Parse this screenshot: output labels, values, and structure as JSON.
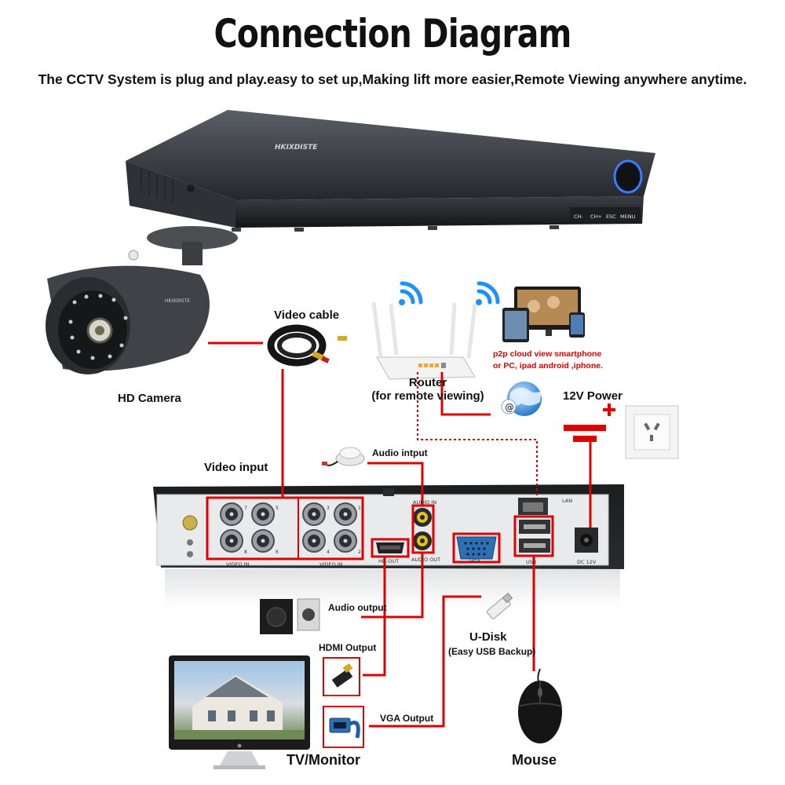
{
  "header": {
    "title": "Connection Diagram",
    "subtitle": "The CCTV System is plug and play.easy to set up,Making lift more easier,Remote Viewing anywhere anytime."
  },
  "dvr_front": {
    "brand": "HKIXDISTE",
    "buttons": [
      "CH-",
      "CH+",
      "ESC",
      "MENU"
    ]
  },
  "camera": {
    "brand": "HKIXDISTE",
    "label": "HD Camera"
  },
  "video_cable": {
    "label": "Video cable"
  },
  "router": {
    "label_line1": "Router",
    "label_line2": "(for remote viewing)"
  },
  "p2p": {
    "line1": "p2p cloud  view smartphone",
    "line2": "or PC, ipad android ,iphone."
  },
  "power": {
    "label": "12V Power"
  },
  "dvr_back": {
    "video_input_label": "Video input",
    "audio_input_label": "Audio intput",
    "ports": {
      "video_in": "VIDEO IN",
      "audio_in": "AUDIO IN",
      "audio_out": "AUDIO OUT",
      "hd_out": "HD-OUT",
      "vga": "VGA",
      "lan": "LAN",
      "usb": "USB",
      "dc": "DC 12V"
    },
    "bnc_numbers": [
      "7",
      "5",
      "8",
      "6",
      "3",
      "1",
      "4",
      "2"
    ]
  },
  "outputs": {
    "audio_output": "Audio output",
    "hdmi_output": "HDMI Output",
    "vga_output": "VGA Output",
    "udisk": "U-Disk",
    "udisk_sub": "(Easy USB Backup)",
    "tv": "TV/Monitor",
    "mouse": "Mouse"
  },
  "colors": {
    "accent_red": "#e00000",
    "router_link_dotted": "#e00000"
  },
  "icons": [
    "wifi-icon",
    "globe-icon",
    "power-outlet-icon",
    "speaker-icon",
    "hdmi-plug-icon",
    "vga-plug-icon",
    "usb-drive-icon",
    "mouse-icon",
    "microphone-icon"
  ]
}
